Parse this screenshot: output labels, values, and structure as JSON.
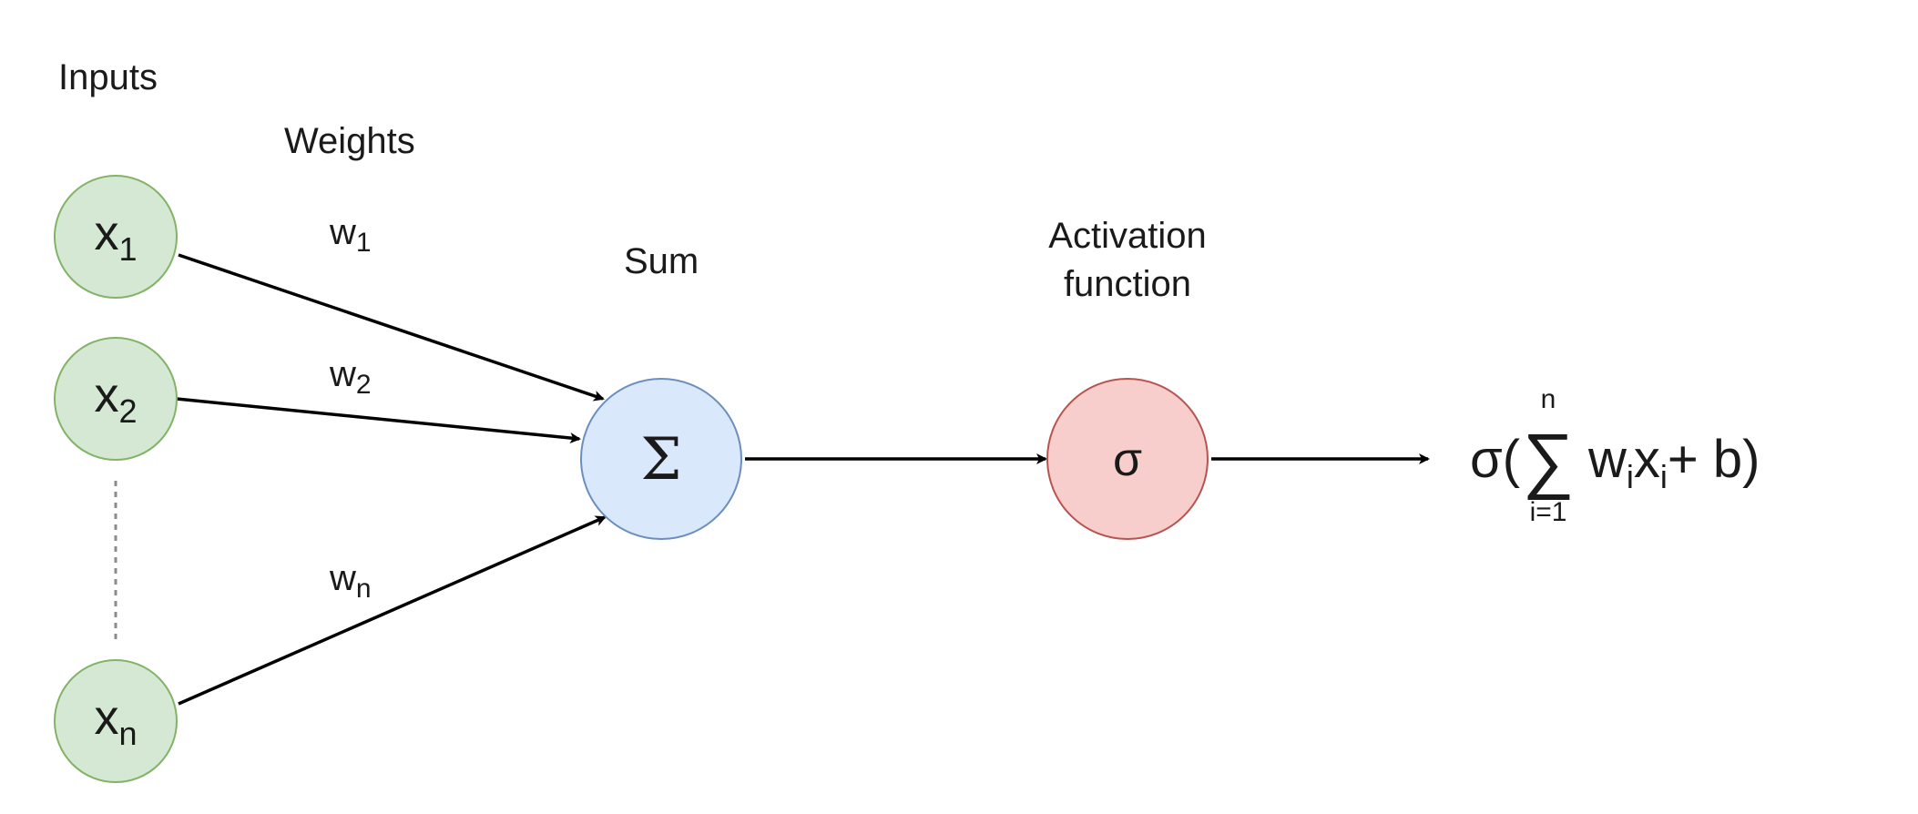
{
  "labels": {
    "inputs": "Inputs",
    "weights": "Weights",
    "sum": "Sum",
    "activation_line1": "Activation",
    "activation_line2": "function"
  },
  "inputs": [
    {
      "base": "x",
      "sub": "1"
    },
    {
      "base": "x",
      "sub": "2"
    },
    {
      "base": "x",
      "sub": "n"
    }
  ],
  "weights": [
    {
      "base": "w",
      "sub": "1"
    },
    {
      "base": "w",
      "sub": "2"
    },
    {
      "base": "w",
      "sub": "n"
    }
  ],
  "sum_node": {
    "symbol": "Σ"
  },
  "activation_node": {
    "symbol": "σ"
  },
  "formula": {
    "prefix": "σ(",
    "sigma": "∑",
    "upper_limit": "n",
    "lower_limit": "i=1",
    "w": "w",
    "w_sub": "i",
    "x": "x",
    "x_sub": "i",
    "suffix": "+ b)"
  },
  "colors": {
    "input_fill": "#d5e8d4",
    "input_stroke": "#82b366",
    "sum_fill": "#dae8fc",
    "sum_stroke": "#6c8ebf",
    "activation_fill": "#f8cecc",
    "activation_stroke": "#b85450",
    "line": "#000000",
    "dashed": "#8c8c8c"
  }
}
